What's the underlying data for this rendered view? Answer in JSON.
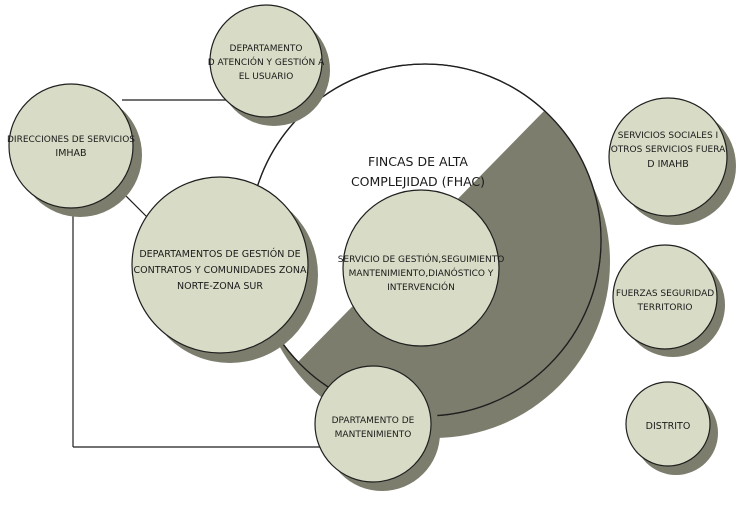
{
  "center": {
    "line1": "FINCAS DE ALTA",
    "line2": "COMPLEJIDAD (FHAC)"
  },
  "nodes": {
    "atencion": {
      "line1": "DEPARTAMENTO",
      "line2": "D ATENCIÓN Y GESTIÓN A",
      "line3": "EL USUARIO"
    },
    "direcciones": {
      "line1": "DIRECCIONES DE SERVICIOS",
      "line2": "IMHAB"
    },
    "contratos": {
      "line1": "DEPARTAMENTOS DE GESTIÓN DE",
      "line2": "CONTRATOS Y COMUNIDADES ZONA",
      "line3": "NORTE-ZONA SUR"
    },
    "servicio": {
      "line1": "SERVICIO DE GESTIÓN,SEGUIMIENTO",
      "line2": "MANTENIMIENTO,DIANÓSTICO Y",
      "line3": "INTERVENCIÓN"
    },
    "mantenimiento": {
      "line1": "DPARTAMENTO DE",
      "line2": "MANTENIMIENTO"
    },
    "sociales": {
      "line1": "SERVICIOS SOCIALES I",
      "line2": "OTROS SERVICIOS FUERA",
      "line3": "D IMAHB"
    },
    "fuerzas": {
      "line1": "FUERZAS SEGURIDAD",
      "line2": "TERRITORIO"
    },
    "distrito": {
      "line1": "DISTRITO"
    }
  },
  "colors": {
    "fill": "#d8dcc6",
    "shadow": "#7c7d6d",
    "stroke": "#1f1f1f",
    "sector": "#7c7d6d"
  }
}
